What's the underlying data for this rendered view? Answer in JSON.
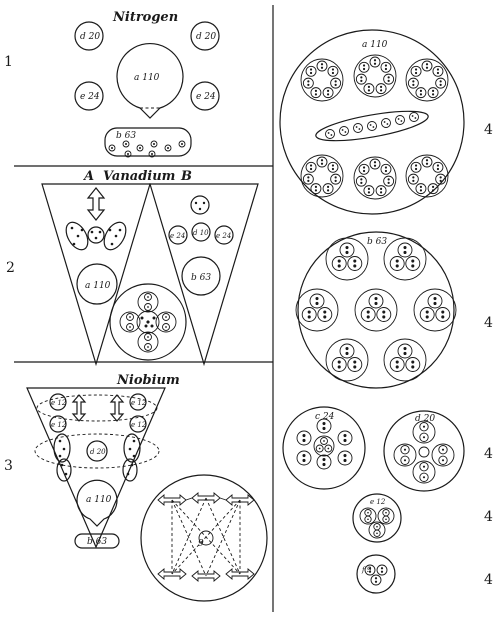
{
  "titles": {
    "nitrogen": "Nitrogen",
    "vanadium_a": "A",
    "vanadium": "Vanadium",
    "vanadium_b": "B",
    "niobium": "Niobium"
  },
  "row_numbers": [
    "1",
    "2",
    "3"
  ],
  "side_numbers": [
    "4",
    "4",
    "4",
    "4",
    "4"
  ],
  "labels": {
    "d20": "d 20",
    "e24": "e 24",
    "a110": "a 110",
    "b63": "b 63",
    "c24": "c 24",
    "e12": "e 12",
    "d10": "d 10",
    "f9": "f 9",
    "n9": "9"
  }
}
